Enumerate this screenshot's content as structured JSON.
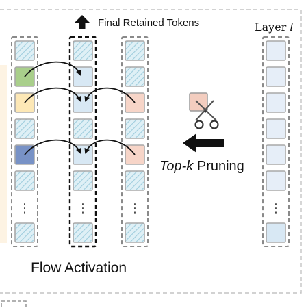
{
  "labels": {
    "final_tokens": "Final Retained Tokens",
    "layer_prefix": "Layer",
    "layer_var": "l",
    "pruning_italic": "Top-k",
    "pruning_rest": " Pruning",
    "flow_activation": "Flow Activation"
  },
  "ellipsis": "⋮",
  "colors": {
    "border": "#a8a8a8",
    "dash": "#6f6f6f",
    "hatch_bg": "#dff0f6",
    "hatch_line": "#9fcddd",
    "green": "#a9cf8b",
    "yellow": "#fde8b6",
    "blue": "#7892c6",
    "salmon": "#f7d5c8",
    "light_blue": "#d8e8f4",
    "layer_blue": "#e6eef8",
    "arrow": "#111111",
    "side_tint": "#fdf3e3"
  },
  "columns": [
    {
      "id": "left",
      "cells": [
        "hatch",
        "green",
        "yellow",
        "hatch",
        "blue",
        "hatch",
        "ellipsis",
        "hatch"
      ],
      "dash": "#8a8a8a",
      "dash_width": 2
    },
    {
      "id": "middle",
      "cells": [
        "hatch",
        "light_blue",
        "light_blue",
        "hatch",
        "light_blue",
        "hatch",
        "ellipsis",
        "hatch"
      ],
      "dash": "#111111",
      "dash_width": 2.4
    },
    {
      "id": "right",
      "cells": [
        "hatch",
        "hatch",
        "salmon",
        "hatch",
        "salmon",
        "hatch",
        "ellipsis",
        "hatch"
      ],
      "dash": "#8a8a8a",
      "dash_width": 2
    },
    {
      "id": "layer",
      "cells": [
        "layer_blue",
        "layer_blue",
        "layer_blue",
        "layer_blue",
        "layer_blue",
        "layer_blue",
        "ellipsis",
        "light_blue"
      ],
      "dash": "#8a8a8a",
      "dash_width": 2
    }
  ],
  "flows": [
    {
      "from": "left",
      "from_row": 1,
      "to_row": 1
    },
    {
      "from": "left",
      "from_row": 2,
      "to_row": 2
    },
    {
      "from": "right",
      "from_row": 2,
      "to_row": 2
    },
    {
      "from": "left",
      "from_row": 4,
      "to_row": 4
    },
    {
      "from": "right",
      "from_row": 4,
      "to_row": 4
    }
  ]
}
